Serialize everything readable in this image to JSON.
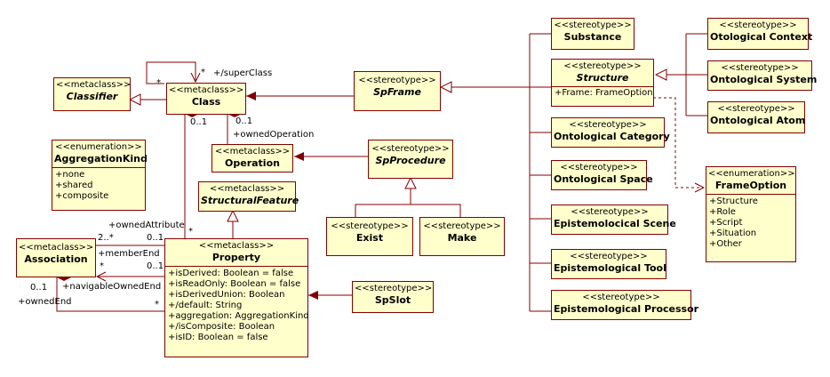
{
  "classes": [
    {
      "id": "classifier",
      "stereo": "<<metaclass>>",
      "name": "Classifier",
      "italic": true,
      "attrs": []
    },
    {
      "id": "class",
      "stereo": "<<metaclass>>",
      "name": "Class",
      "italic": false,
      "attrs": []
    },
    {
      "id": "operation",
      "stereo": "<<metaclass>>",
      "name": "Operation",
      "italic": false,
      "attrs": []
    },
    {
      "id": "aggregationkind",
      "stereo": "<<enumeration>>",
      "name": "AggregationKind",
      "italic": false,
      "attrs": [
        "+none",
        "+shared",
        "+composite"
      ]
    },
    {
      "id": "structuralfeature",
      "stereo": "<<metaclass>>",
      "name": "StructuralFeature",
      "italic": true,
      "attrs": []
    },
    {
      "id": "association",
      "stereo": "<<metaclass>>",
      "name": "Association",
      "italic": false,
      "attrs": []
    },
    {
      "id": "property",
      "stereo": "<<metaclass>>",
      "name": "Property",
      "italic": false,
      "attrs": [
        "+isDerived: Boolean = false",
        "+isReadOnly: Boolean = false",
        "+isDerivedUnion: Boolean",
        "+/default: String",
        "+aggregation: AggregationKind",
        "+/isComposite: Boolean",
        "+isID: Boolean = false"
      ]
    },
    {
      "id": "spframe",
      "stereo": "<<stereotype>>",
      "name": "SpFrame",
      "italic": true,
      "attrs": []
    },
    {
      "id": "spprocedure",
      "stereo": "<<stereotype>>",
      "name": "SpProcedure",
      "italic": true,
      "attrs": []
    },
    {
      "id": "exist",
      "stereo": "<<stereotype>>",
      "name": "Exist",
      "italic": false,
      "attrs": []
    },
    {
      "id": "make",
      "stereo": "<<stereotype>>",
      "name": "Make",
      "italic": false,
      "attrs": []
    },
    {
      "id": "spslot",
      "stereo": "<<stereotype>>",
      "name": "SpSlot",
      "italic": false,
      "attrs": []
    },
    {
      "id": "substance",
      "stereo": "<<stereotype>>",
      "name": "Substance",
      "italic": false,
      "attrs": []
    },
    {
      "id": "structure",
      "stereo": "<<stereotype>>",
      "name": "Structure",
      "italic": true,
      "attrs": [
        "+Frame: FrameOption"
      ]
    },
    {
      "id": "ontocategory",
      "stereo": "<<stereotype>>",
      "name": "Ontological Category",
      "italic": false,
      "attrs": []
    },
    {
      "id": "ontospace",
      "stereo": "<<stereotype>>",
      "name": "Ontological Space",
      "italic": false,
      "attrs": []
    },
    {
      "id": "episcene",
      "stereo": "<<stereotype>>",
      "name": "Epistemolocical Scene",
      "italic": false,
      "attrs": []
    },
    {
      "id": "epitool",
      "stereo": "<<stereotype>>",
      "name": "Epistemological Tool",
      "italic": false,
      "attrs": []
    },
    {
      "id": "epiprocessor",
      "stereo": "<<stereotype>>",
      "name": "Epistemological Processor",
      "italic": false,
      "attrs": []
    },
    {
      "id": "ontocontext",
      "stereo": "<<stereotype>>",
      "name": "Otological Context",
      "italic": false,
      "attrs": []
    },
    {
      "id": "ontosystem",
      "stereo": "<<stereotype>>",
      "name": "Ontological System",
      "italic": false,
      "attrs": []
    },
    {
      "id": "ontoatom",
      "stereo": "<<stereotype>>",
      "name": "Ontological Atom",
      "italic": false,
      "attrs": []
    },
    {
      "id": "frameoption",
      "stereo": "<<enumeration>>",
      "name": "FrameOption",
      "italic": false,
      "attrs": [
        "+Structure",
        "+Role",
        "+Script",
        "+Situation",
        "+Other"
      ]
    }
  ],
  "labels": {
    "superclass_star_left": "*",
    "superclass_star_right": "*",
    "superclass_role": "+/superClass",
    "class_attr_mult": "0..1",
    "class_op_mult": "0..1",
    "owned_operation": "+ownedOperation",
    "owned_attribute": "+ownedAttribute",
    "prop_attr_mult": "0..1",
    "prop_attr_star": "*",
    "assoc_member_mult": "2..*",
    "member_end": "+memberEnd",
    "assoc_star": "*",
    "prop_member_mult": "0..1",
    "assoc_nav_mult": "0..1",
    "navigable_owned_end": "+navigableOwnedEnd",
    "owned_end": "+ownedEnd",
    "prop_owned_end_star": "*"
  }
}
